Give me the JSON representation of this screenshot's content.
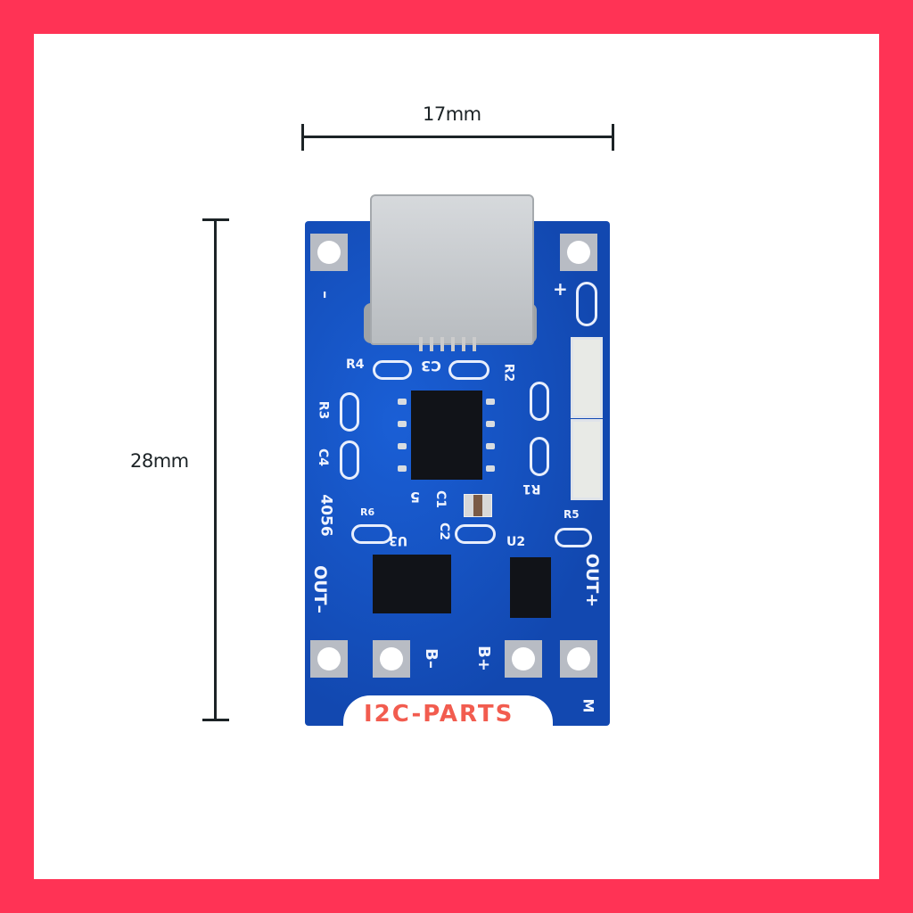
{
  "frame": {
    "border_color": "#ff3355",
    "background": "#ffffff"
  },
  "dimensions": {
    "width": {
      "label": "17mm"
    },
    "height": {
      "label": "28mm"
    }
  },
  "board": {
    "color": "#1552c4",
    "chip_label": "4056",
    "silkscreen": {
      "minus_top": "–",
      "plus_top": "+",
      "r4": "R4",
      "c3": "C3",
      "r2": "R2",
      "r3": "R3",
      "c4": "C4",
      "r1": "R1",
      "c1": "C1",
      "c2": "C2",
      "five": "5",
      "r6": "R6",
      "u3": "U3",
      "u2": "U2",
      "r5": "R5",
      "out_minus": "OUT–",
      "out_plus": "OUT+",
      "b_minus": "B–",
      "b_plus": "B+",
      "m": "M"
    }
  },
  "brand": {
    "text": "I2C-PARTS",
    "color": "#f25c4f"
  }
}
